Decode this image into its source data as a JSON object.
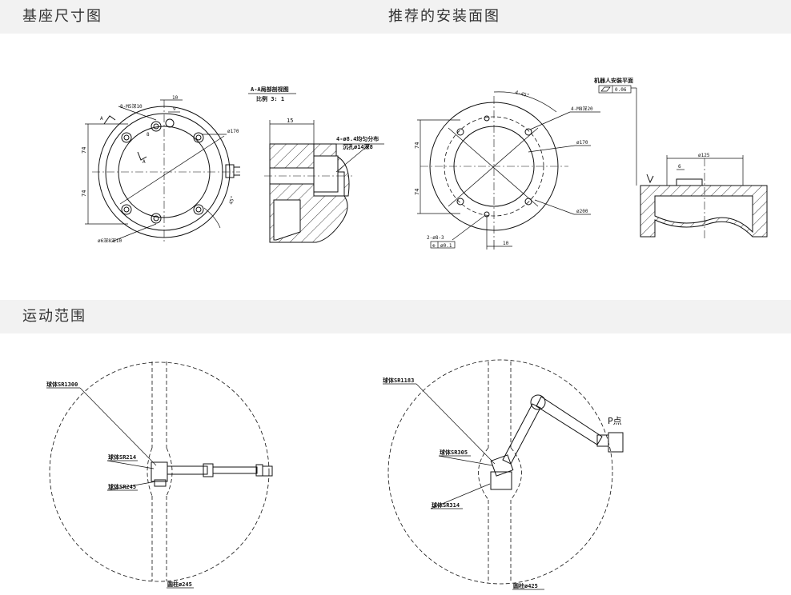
{
  "sections": {
    "base_dimensions": "基座尺寸图",
    "installation": "推荐的安装面图",
    "motion_range": "运动范围"
  },
  "base_drawing": {
    "dim_top_left": "8-M5深10",
    "dim_10": "10",
    "dim_9": "9",
    "dim_8": "8",
    "label_a_top": "A",
    "label_a_mid": "A",
    "dim_74_top": "74",
    "dim_74_bottom": "74",
    "dia_170": "ø170",
    "angle_45": "45°",
    "dim_bottom_left": "ø6深8深10"
  },
  "section_view": {
    "title": "A-A局部剖视图",
    "scale": "比例 3: 1",
    "dim_15": "15",
    "hole_note_1": "4-ø8.4均匀分布",
    "hole_note_2": "沉孔ø14深8"
  },
  "install_drawing": {
    "angle": "4-45°",
    "thread": "4-M8深20",
    "dia_170": "ø170",
    "dia_200": "ø200",
    "dim_74_top": "74",
    "dim_74_bottom": "74",
    "pin_note": "2-ø8-3",
    "tol_sym": "⊕",
    "tol_val": "ø0.1",
    "dim_10": "10"
  },
  "plane_view": {
    "title": "机器人安装平面",
    "flatness_val": "0.06",
    "dia_125": "ø125",
    "dim_6": "6"
  },
  "motion_left": {
    "outer": "球体SR1300",
    "mid": "球体SR214",
    "inner": "球体SR245",
    "cyl": "圆柱ø245"
  },
  "motion_right": {
    "outer": "球体SR1183",
    "mid": "球体SR305",
    "inner": "球体SR314",
    "p_point": "P点",
    "cyl": "圆柱ø425"
  }
}
